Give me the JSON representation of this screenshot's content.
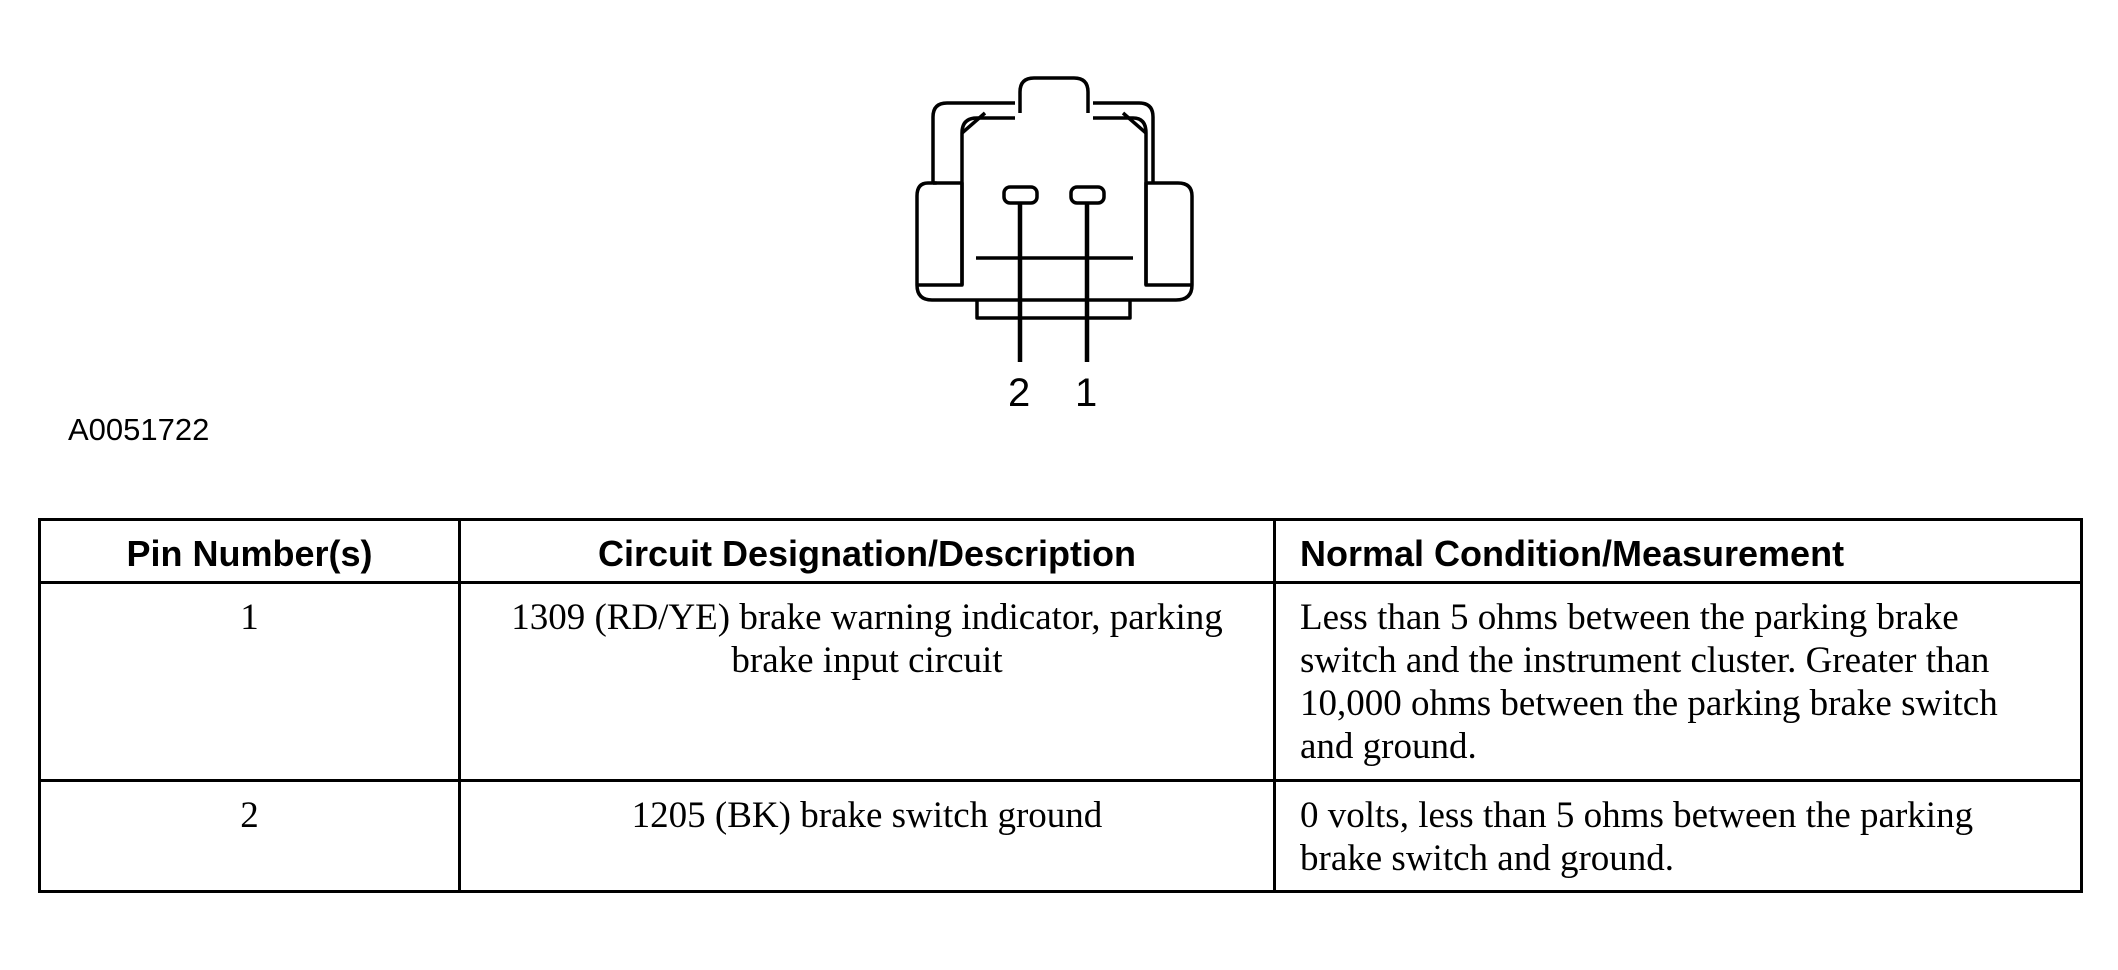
{
  "connector": {
    "pin_labels": [
      "2",
      "1"
    ]
  },
  "figure_id": "A0051722",
  "table": {
    "headers": [
      "Pin Number(s)",
      "Circuit Designation/Description",
      "Normal Condition/Measurement"
    ],
    "rows": [
      {
        "pin": "1",
        "circuit": "1309 (RD/YE) brake warning indicator, parking brake input circuit",
        "condition": "Less than 5 ohms between the parking brake switch and the instrument cluster. Greater than 10,000 ohms between the parking brake switch and ground."
      },
      {
        "pin": "2",
        "circuit": "1205 (BK) brake switch ground",
        "condition": "0 volts, less than 5 ohms between the parking brake switch and ground."
      }
    ]
  }
}
